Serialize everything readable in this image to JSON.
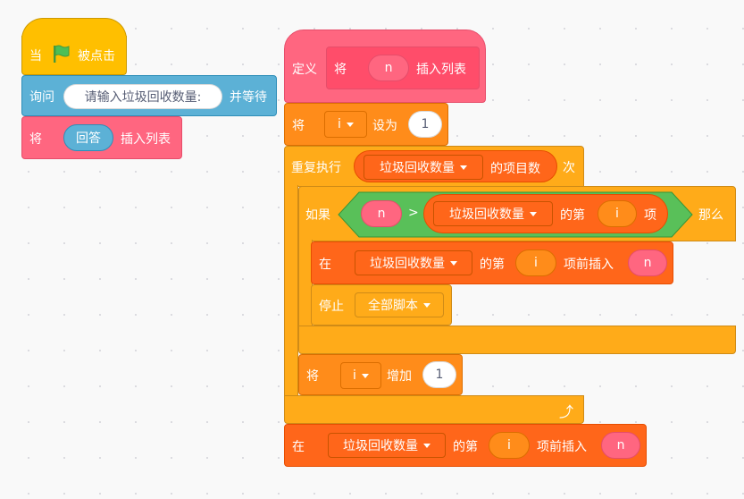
{
  "colors": {
    "events": "#ffbf00",
    "sensing": "#5cb1d6",
    "my_blocks": "#ff6680",
    "control": "#ffab19",
    "variables": "#ff8c1a",
    "lists": "#ff661a",
    "operators": "#59c059"
  },
  "left_script": {
    "hat": {
      "prefix": "当",
      "icon": "green-flag-icon",
      "suffix": "被点击"
    },
    "ask": {
      "label": "询问",
      "question": "请输入垃圾回收数量:",
      "suffix": "并等待"
    },
    "add": {
      "prefix": "将",
      "reporter": "回答",
      "suffix": "插入列表"
    }
  },
  "right_script": {
    "define": {
      "label": "定义",
      "word": "将",
      "param": "n",
      "suffix": "插入列表"
    },
    "set": {
      "prefix": "将",
      "var": "i",
      "mid": "设为",
      "value": "1"
    },
    "repeat": {
      "prefix": "重复执行",
      "list": "垃圾回收数量",
      "mid": "的项目数",
      "suffix": "次"
    },
    "if": {
      "prefix": "如果",
      "left": "n",
      "op": ">",
      "list": "垃圾回收数量",
      "item_prefix": "的第",
      "index": "i",
      "item_suffix": "项",
      "then": "那么"
    },
    "insert_inner": {
      "prefix": "在",
      "list": "垃圾回收数量",
      "mid": "的第",
      "index": "i",
      "after": "项前插入",
      "value": "n"
    },
    "stop": {
      "prefix": "停止",
      "option": "全部脚本"
    },
    "change": {
      "prefix": "将",
      "var": "i",
      "mid": "增加",
      "value": "1"
    },
    "insert_outer": {
      "prefix": "在",
      "list": "垃圾回收数量",
      "mid": "的第",
      "index": "i",
      "after": "项前插入",
      "value": "n"
    }
  }
}
